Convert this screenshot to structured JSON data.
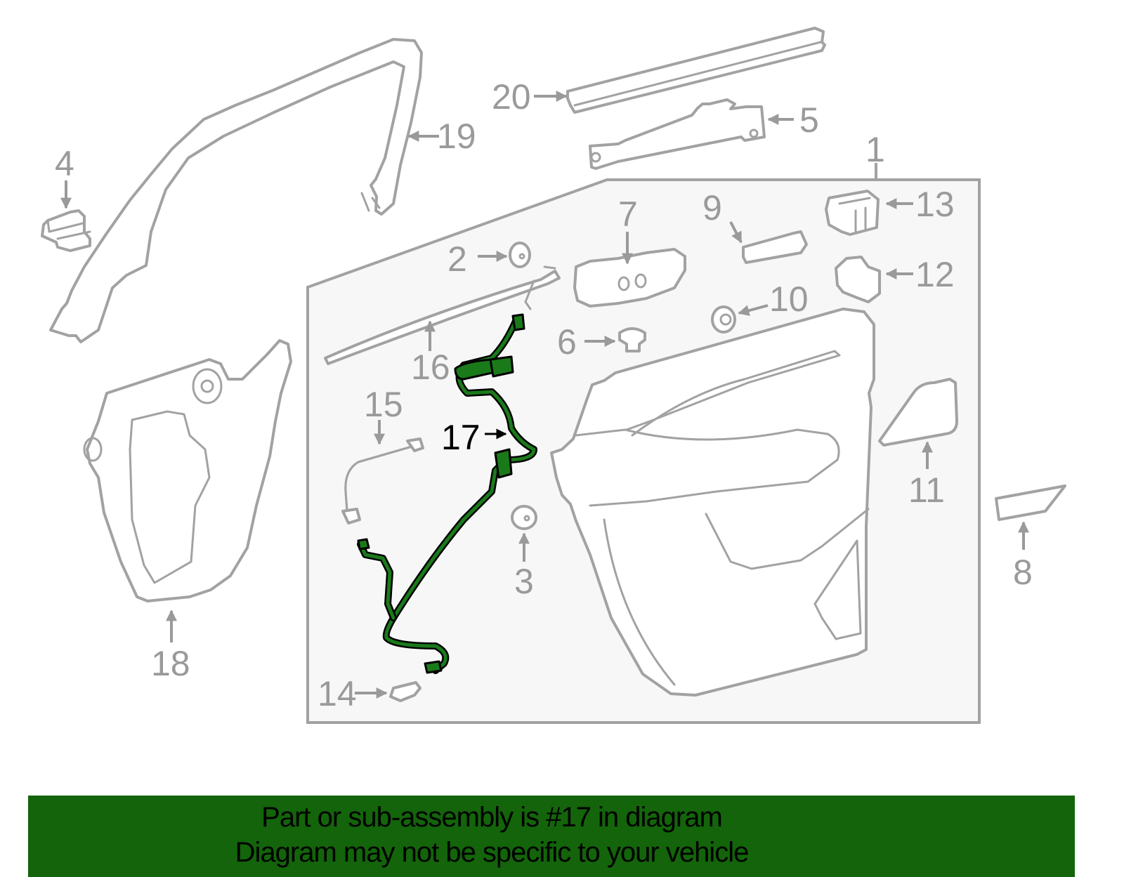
{
  "diagram": {
    "highlighted_part": "17",
    "colors": {
      "part_outline": "#a2a2a2",
      "callout_text": "#9a9a9a",
      "highlight_fill": "#1a7a1a",
      "highlight_outline": "#000000",
      "assembly_box_fill": "#f7f7f7",
      "banner_background": "#13640a",
      "banner_text": "#000000"
    },
    "callouts": {
      "c1": "1",
      "c2": "2",
      "c3": "3",
      "c4": "4",
      "c5": "5",
      "c6": "6",
      "c7": "7",
      "c8": "8",
      "c9": "9",
      "c10": "10",
      "c11": "11",
      "c12": "12",
      "c13": "13",
      "c14": "14",
      "c15": "15",
      "c16": "16",
      "c17": "17",
      "c18": "18",
      "c19": "19",
      "c20": "20"
    }
  },
  "banner": {
    "line1": "Part or sub-assembly is #17 in diagram",
    "line2": "Diagram may not be specific to your vehicle"
  }
}
